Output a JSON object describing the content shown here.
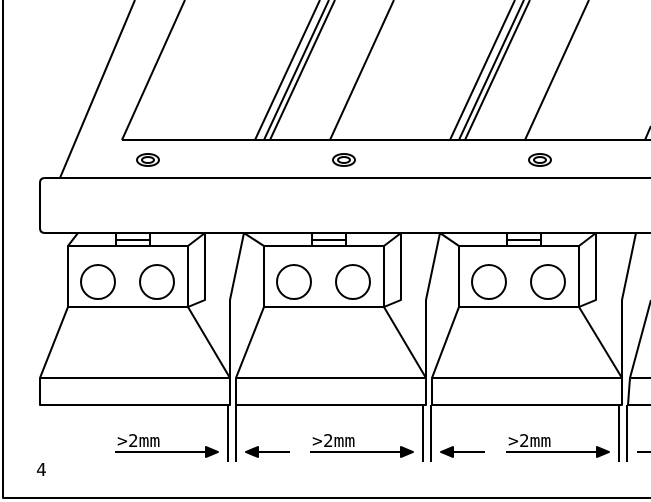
{
  "figure": {
    "figure_number": "4",
    "gap_labels": [
      ">2mm",
      ">2mm",
      ">2mm"
    ],
    "unit_count": 3,
    "line_color": "#000000",
    "background_color": "#ffffff"
  }
}
